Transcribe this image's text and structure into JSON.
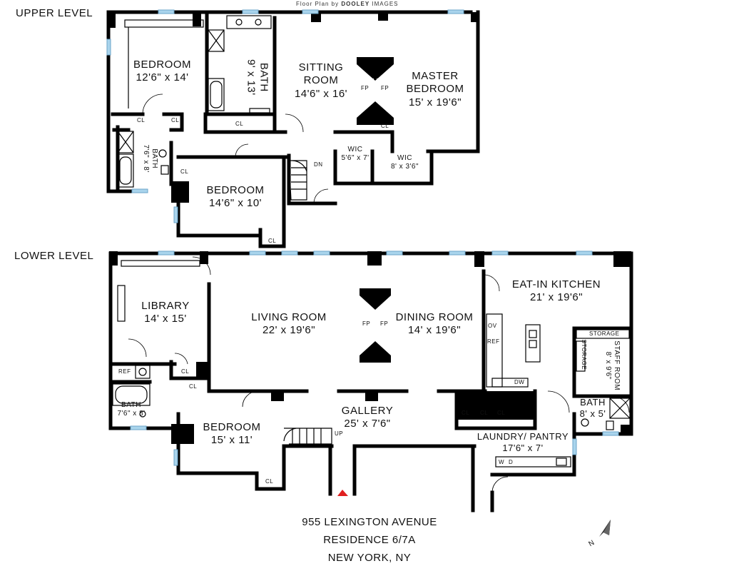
{
  "credit": {
    "prefix": "Floor Plan by",
    "brand": "DOOLEY",
    "suffix": "IMAGES"
  },
  "levels": {
    "upper": "UPPER LEVEL",
    "lower": "LOWER LEVEL"
  },
  "upper_rooms": {
    "bedroom1": {
      "name": "BEDROOM",
      "dims": "12'6\" x 14'"
    },
    "bath1": {
      "name": "BATH",
      "dims": "9' x 13'"
    },
    "sitting": {
      "name1": "SITTING",
      "name2": "ROOM",
      "dims": "14'6\" x 16'"
    },
    "master": {
      "name1": "MASTER",
      "name2": "BEDROOM",
      "dims": "15' x 19'6\""
    },
    "bath2": {
      "name": "BATH",
      "dims": "7'6\" x 8'"
    },
    "wic1": {
      "name": "WIC",
      "dims": "5'6\" x 7'"
    },
    "wic2": {
      "name": "WIC",
      "dims": "8' x 3'6\""
    },
    "bedroom2": {
      "name": "BEDROOM",
      "dims": "14'6\" x 10'"
    }
  },
  "lower_rooms": {
    "library": {
      "name": "LIBRARY",
      "dims": "14' x 15'"
    },
    "living": {
      "name": "LIVING ROOM",
      "dims": "22' x 19'6\""
    },
    "dining": {
      "name": "DINING ROOM",
      "dims": "14' x 19'6\""
    },
    "kitchen": {
      "name": "EAT-IN KITCHEN",
      "dims": "21' x 19'6\""
    },
    "staff": {
      "name": "STAFF ROOM",
      "dims": "8' x 9'6\""
    },
    "bath_lower_left": {
      "name": "BATH",
      "dims": "7'6\" x 8'"
    },
    "bath_lower_right": {
      "name": "BATH",
      "dims": "8' x 5'"
    },
    "gallery": {
      "name": "GALLERY",
      "dims": "25' x 7'6\""
    },
    "bedroom": {
      "name": "BEDROOM",
      "dims": "15' x 11'"
    },
    "laundry": {
      "name": "LAUNDRY/ PANTRY",
      "dims": "17'6\" x 7'"
    }
  },
  "small_labels": {
    "cl": "CL",
    "fp": "FP",
    "dn": "DN",
    "up": "UP",
    "ref": "REF",
    "ov": "OV",
    "dw": "DW",
    "w": "W",
    "d": "D",
    "storage": "STORAGE"
  },
  "address": {
    "line1": "955 LEXINGTON AVENUE",
    "line2": "RESIDENCE 6/7A",
    "line3": "NEW YORK, NY"
  },
  "compass": {
    "label": "N"
  },
  "colors": {
    "wall": "#000000",
    "window": "#a9d4ec",
    "entry_marker": "#e02020"
  }
}
